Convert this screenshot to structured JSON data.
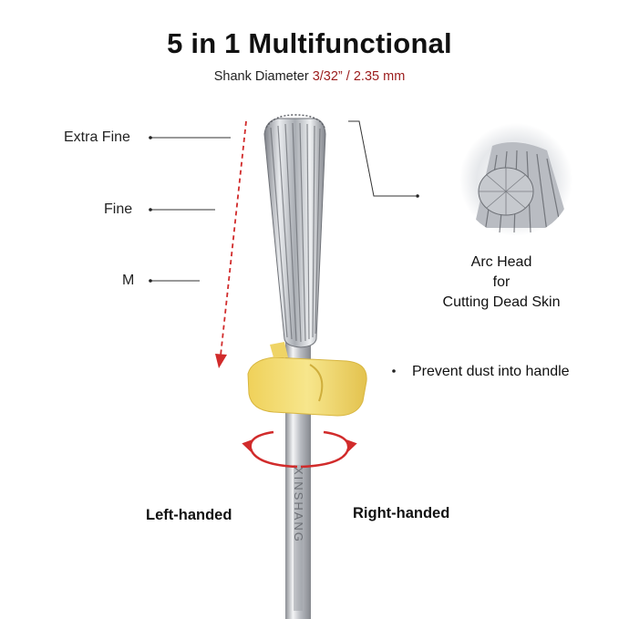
{
  "title": "5 in 1 Multifunctional",
  "subtitle": {
    "label": "Shank Diameter ",
    "value": "3/32”",
    "separator": " / ",
    "metric": "2.35 mm"
  },
  "grades": [
    "Extra Fine",
    "Fine",
    "M"
  ],
  "arc_head": {
    "line1": "Arc Head",
    "line2": "for",
    "line3": "Cutting Dead Skin"
  },
  "dust_note": "Prevent dust into handle",
  "left_hand": "Left-handed",
  "right_hand": "Right-handed",
  "brand_engraving": "XINSHANG",
  "colors": {
    "accent_red": "#d12b2b",
    "guard_yellow": "#f3de77",
    "metal": "#c9ccd1"
  }
}
